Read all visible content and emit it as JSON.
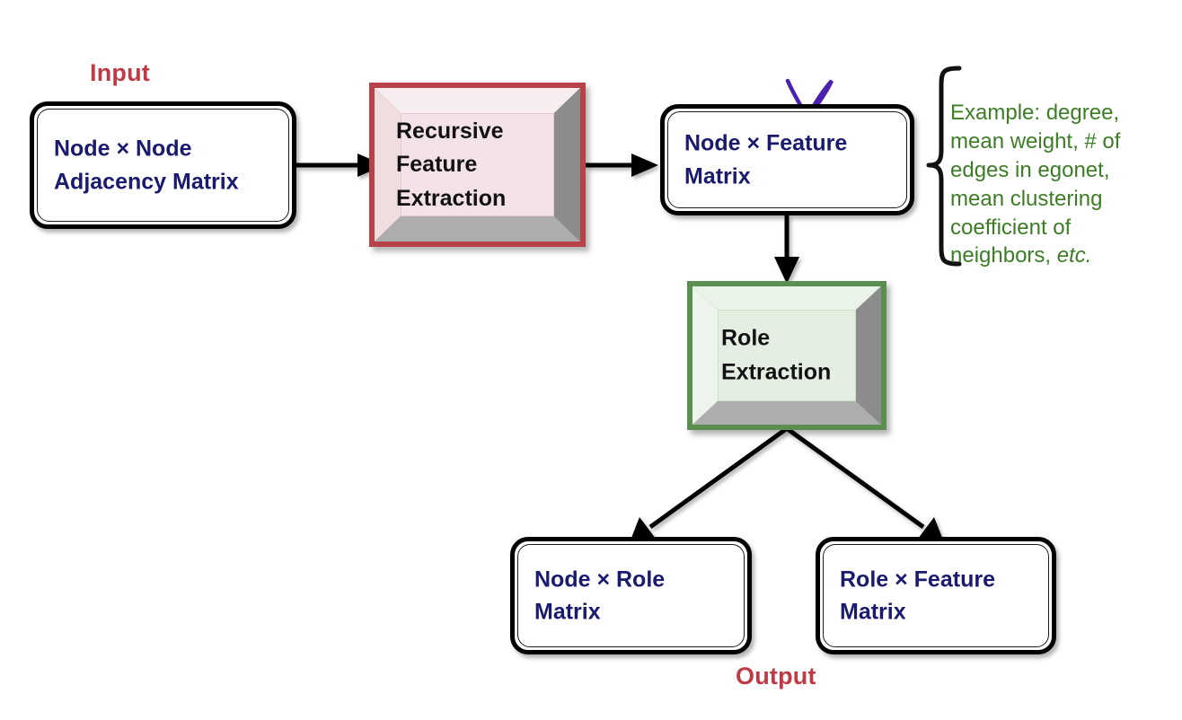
{
  "diagram": {
    "title": "Recursive feature extraction and role extraction pipeline",
    "background_color": "#FFFFFF",
    "captions": {
      "input": "Input",
      "output": "Output",
      "caption_color": "#BE3A45"
    },
    "palette": {
      "matrix_text": "#1A1A6E",
      "process_text": "#121212",
      "annotation_text": "#3C7D26",
      "red_frame": "#B8424A",
      "red_frame_light": "#F3E1E4",
      "red_face": "#F3E3E6",
      "green_frame": "#5B8F4F",
      "green_frame_light": "#E8F2E6",
      "green_face": "#E4EFE2",
      "bevel_gray_dark": "#8C8C8C",
      "bevel_gray_light": "#ADADAD",
      "arrow": "#000000",
      "check_mark": "#4B20B0"
    },
    "nodes": [
      {
        "id": "node-node-adjacency-matrix",
        "kind": "matrix",
        "label": "Node × Node\nAdjacency Matrix"
      },
      {
        "id": "recursive-feature-extraction",
        "kind": "process",
        "label": "Recursive\nFeature\nExtraction",
        "accent": "red"
      },
      {
        "id": "node-feature-matrix",
        "kind": "matrix",
        "label": "Node × Feature\nMatrix"
      },
      {
        "id": "role-extraction",
        "kind": "process",
        "label": "Role\nExtraction",
        "accent": "green"
      },
      {
        "id": "node-role-matrix",
        "kind": "matrix",
        "label": "Node × Role\nMatrix"
      },
      {
        "id": "role-feature-matrix",
        "kind": "matrix",
        "label": "Role × Feature\nMatrix"
      }
    ],
    "annotation": {
      "id": "feature-examples-annotation",
      "text_main": "Example: degree,\nmean weight, # of\nedges in egonet,\nmean clustering\ncoefficient of\nneighbors, ",
      "text_italic": "etc."
    },
    "marks": [
      {
        "id": "purple-check-mark",
        "shape": "hand-drawn-check",
        "color": "#4B20B0",
        "attached_to": "node-feature-matrix"
      }
    ],
    "edges": [
      {
        "id": "edge-adjacency-to-rfe",
        "from": "node-node-adjacency-matrix",
        "to": "recursive-feature-extraction",
        "style": "straight-arrow"
      },
      {
        "id": "edge-rfe-to-feature-matrix",
        "from": "recursive-feature-extraction",
        "to": "node-feature-matrix",
        "style": "straight-arrow"
      },
      {
        "id": "edge-feature-matrix-to-role-extraction",
        "from": "node-feature-matrix",
        "to": "role-extraction",
        "style": "straight-arrow"
      },
      {
        "id": "edge-role-extraction-to-node-role",
        "from": "role-extraction",
        "to": "node-role-matrix",
        "style": "diagonal-arrow"
      },
      {
        "id": "edge-role-extraction-to-role-feature",
        "from": "role-extraction",
        "to": "role-feature-matrix",
        "style": "diagonal-arrow"
      },
      {
        "id": "edge-feature-matrix-to-annotation",
        "from": "node-feature-matrix",
        "to": "feature-examples-annotation",
        "style": "curly-brace"
      }
    ]
  }
}
